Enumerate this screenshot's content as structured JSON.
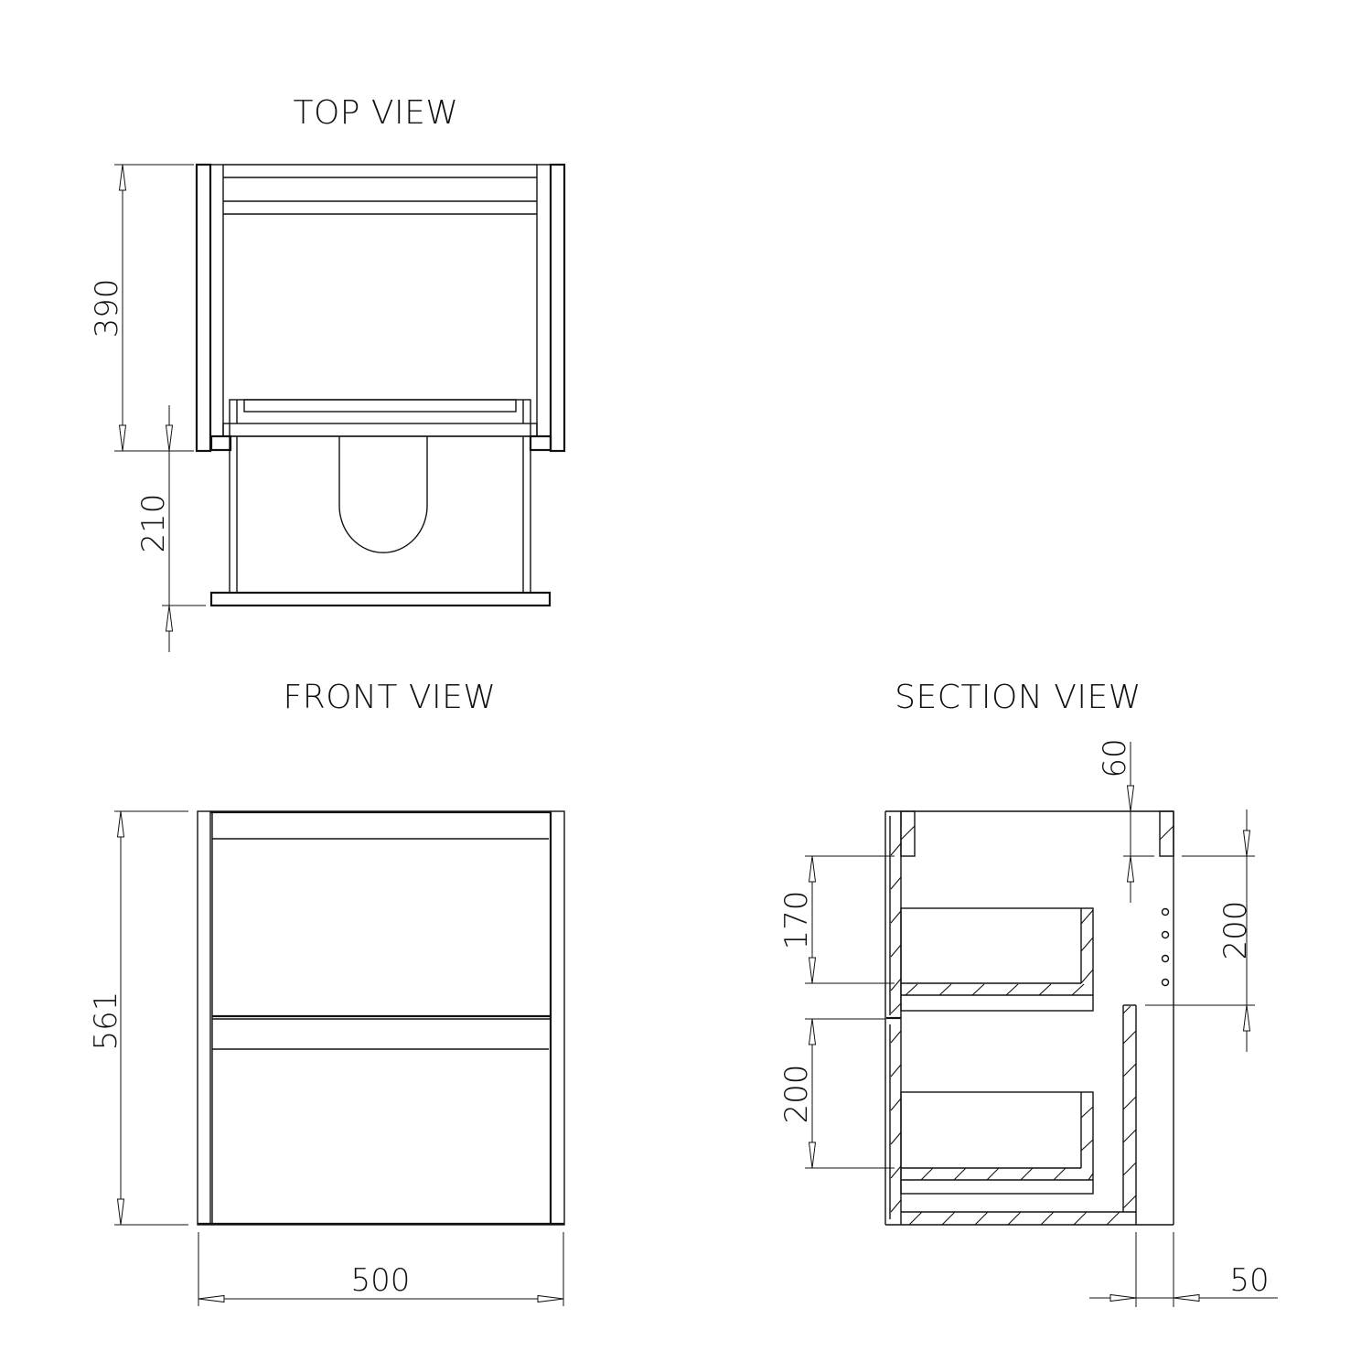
{
  "drawing": {
    "line_color": "#111111",
    "background": "#ffffff"
  },
  "top_view": {
    "title": "TOP VIEW",
    "dimensions": {
      "depth": "390",
      "drawer_extension": "210"
    }
  },
  "front_view": {
    "title": "FRONT VIEW",
    "dimensions": {
      "height": "561",
      "width": "500"
    }
  },
  "section_view": {
    "title": "SECTION VIEW",
    "dimensions": {
      "top_rail": "60",
      "upper_drawer_height": "170",
      "lower_drawer_height": "200",
      "side_opening": "200",
      "back_offset": "50"
    },
    "shelf_pin_holes": 4
  }
}
